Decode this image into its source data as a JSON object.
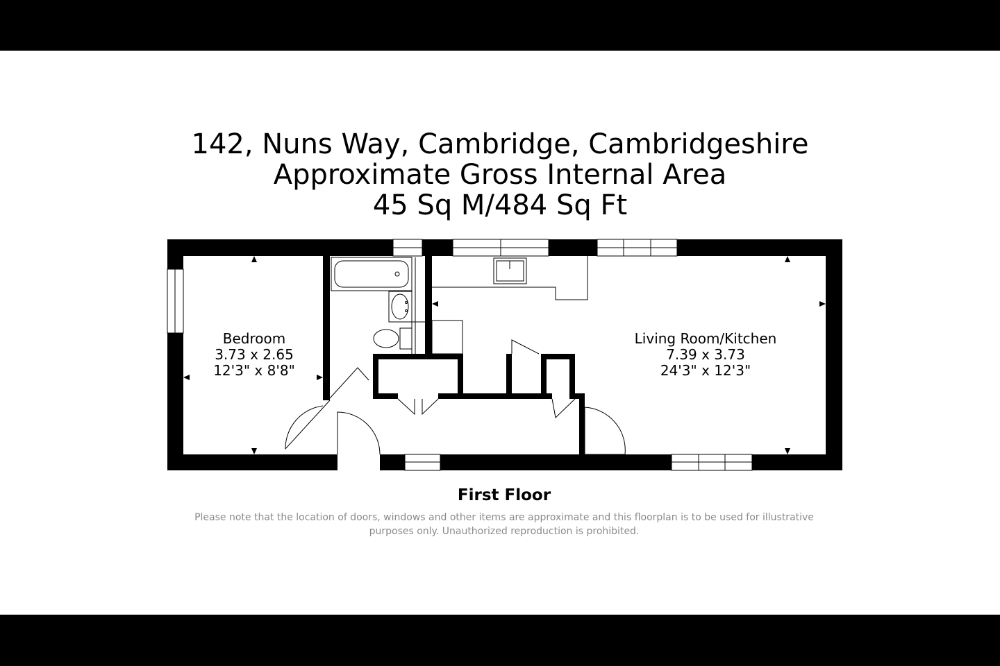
{
  "header": {
    "address": "142, Nuns Way, Cambridge, Cambridgeshire",
    "area_label": "Approximate Gross Internal Area",
    "area_value": "45 Sq M/484 Sq Ft"
  },
  "rooms": {
    "bedroom": {
      "name": "Bedroom",
      "metric": "3.73 x 2.65",
      "imperial": "12'3\" x 8'8\""
    },
    "living": {
      "name": "Living Room/Kitchen",
      "metric": "7.39 x 3.73",
      "imperial": "24'3\" x 12'3\""
    }
  },
  "floor_name": "First Floor",
  "disclaimer": "Please note that the location of doors, windows and other items are approximate and this floorplan is to be used for illustrative purposes only. Unauthorized reproduction is prohibited.",
  "colors": {
    "wall": "#000000",
    "background": "#ffffff",
    "disclaimer_text": "#8a8a8a"
  }
}
